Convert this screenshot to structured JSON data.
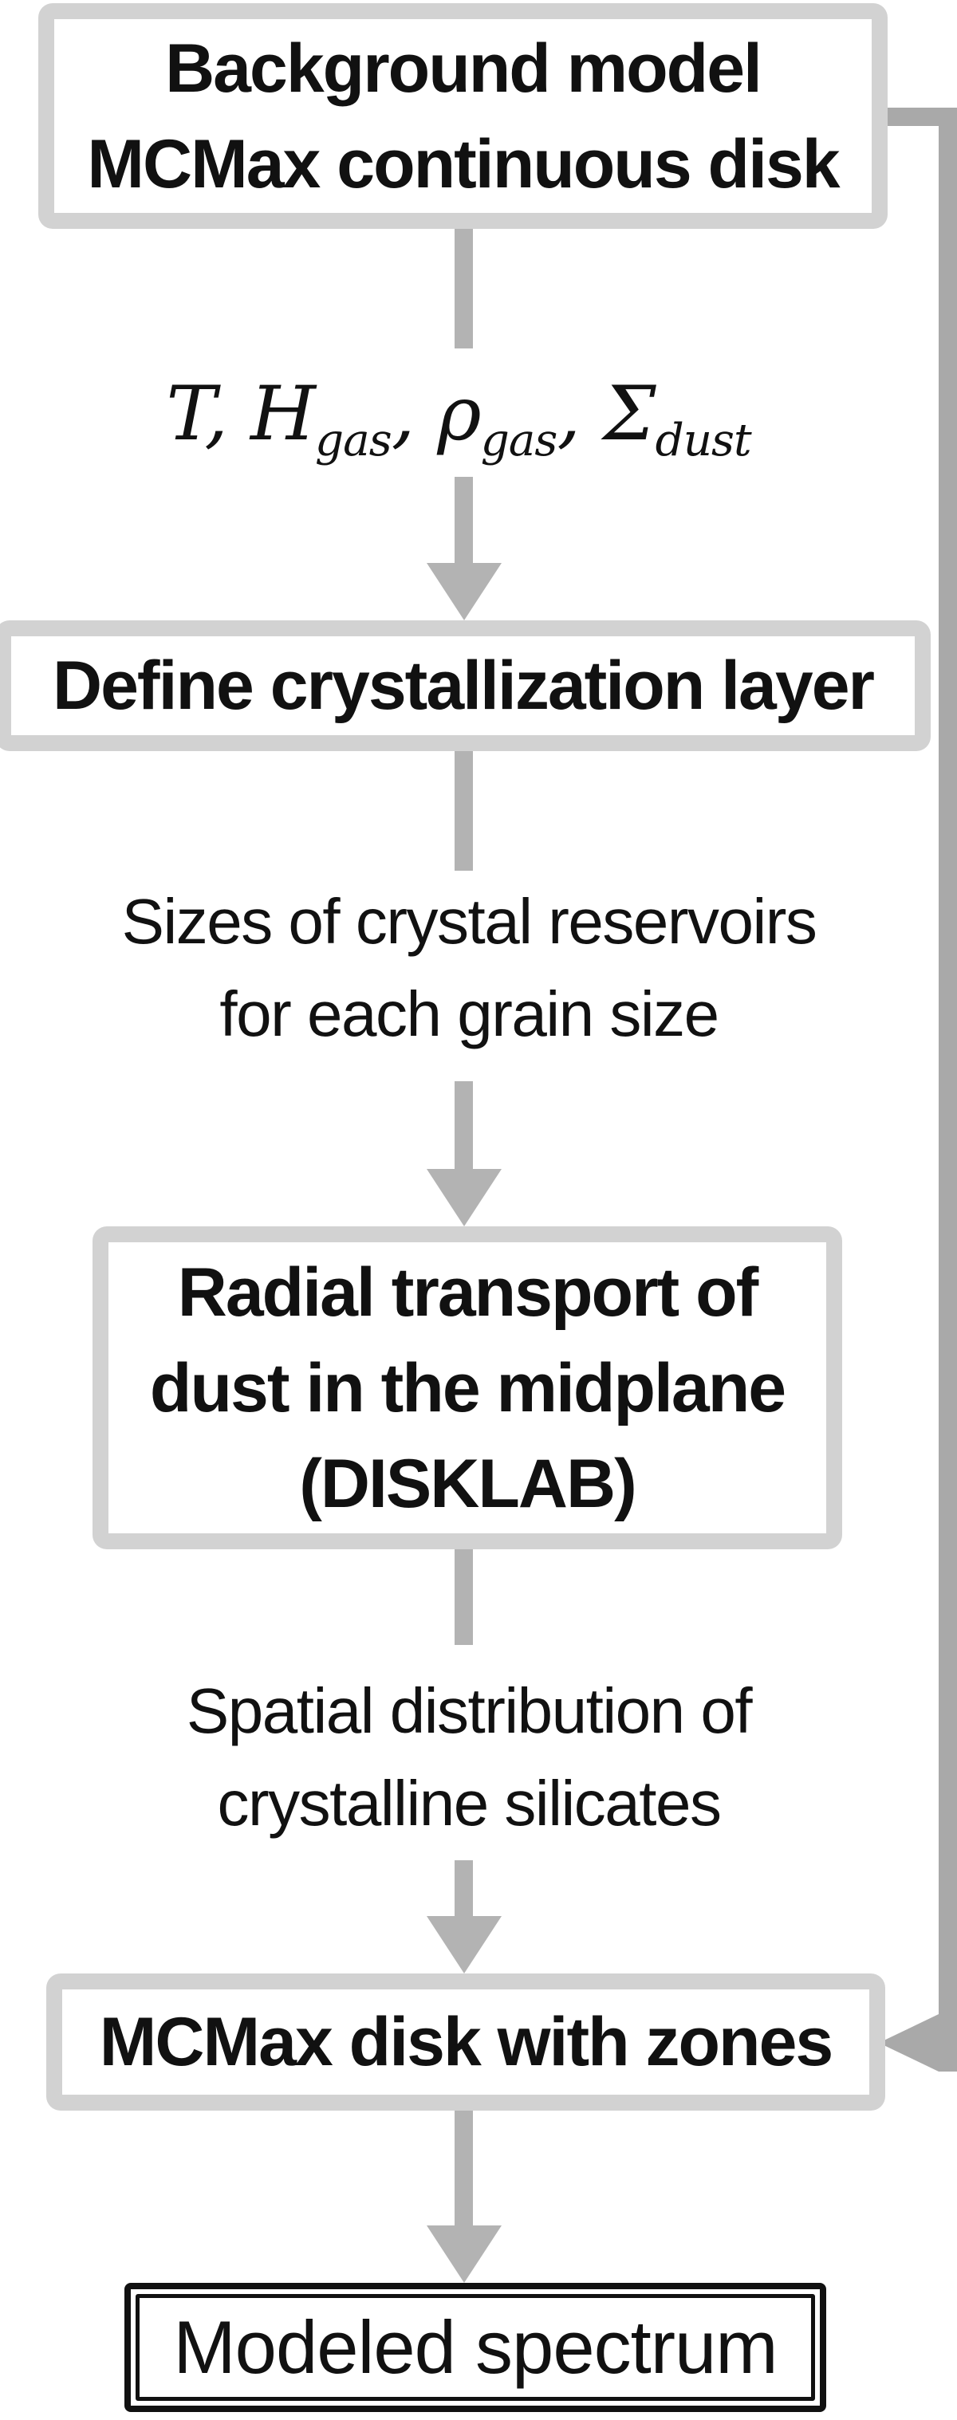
{
  "colors": {
    "box_border": "#d2d2d2",
    "box_fill": "#ffffff",
    "arrow_gray": "#b3b3b3",
    "connector_gray": "#a9a9a9",
    "final_box_border": "#111111",
    "text": "#111111"
  },
  "boxes": {
    "background": {
      "line1": "Background model",
      "line2": "MCMax continuous disk"
    },
    "crystallization": {
      "line1": "Define crystallization layer"
    },
    "radial": {
      "line1": "Radial transport of",
      "line2": "dust in the midplane",
      "line3": "(DISKLAB)"
    },
    "zones": {
      "line1": "MCMax disk with zones"
    },
    "spectrum": {
      "line1": "Modeled spectrum"
    }
  },
  "labels": {
    "formula": {
      "i1": "T, H",
      "s1": "gas",
      "i2": ", ρ",
      "s2": "gas",
      "i3": ", Σ",
      "s3": "dust"
    },
    "reservoirs": {
      "line1": "Sizes of crystal reservoirs",
      "line2": "for each grain size"
    },
    "spatial": {
      "line1": "Spatial distribution of",
      "line2": "crystalline silicates"
    }
  }
}
